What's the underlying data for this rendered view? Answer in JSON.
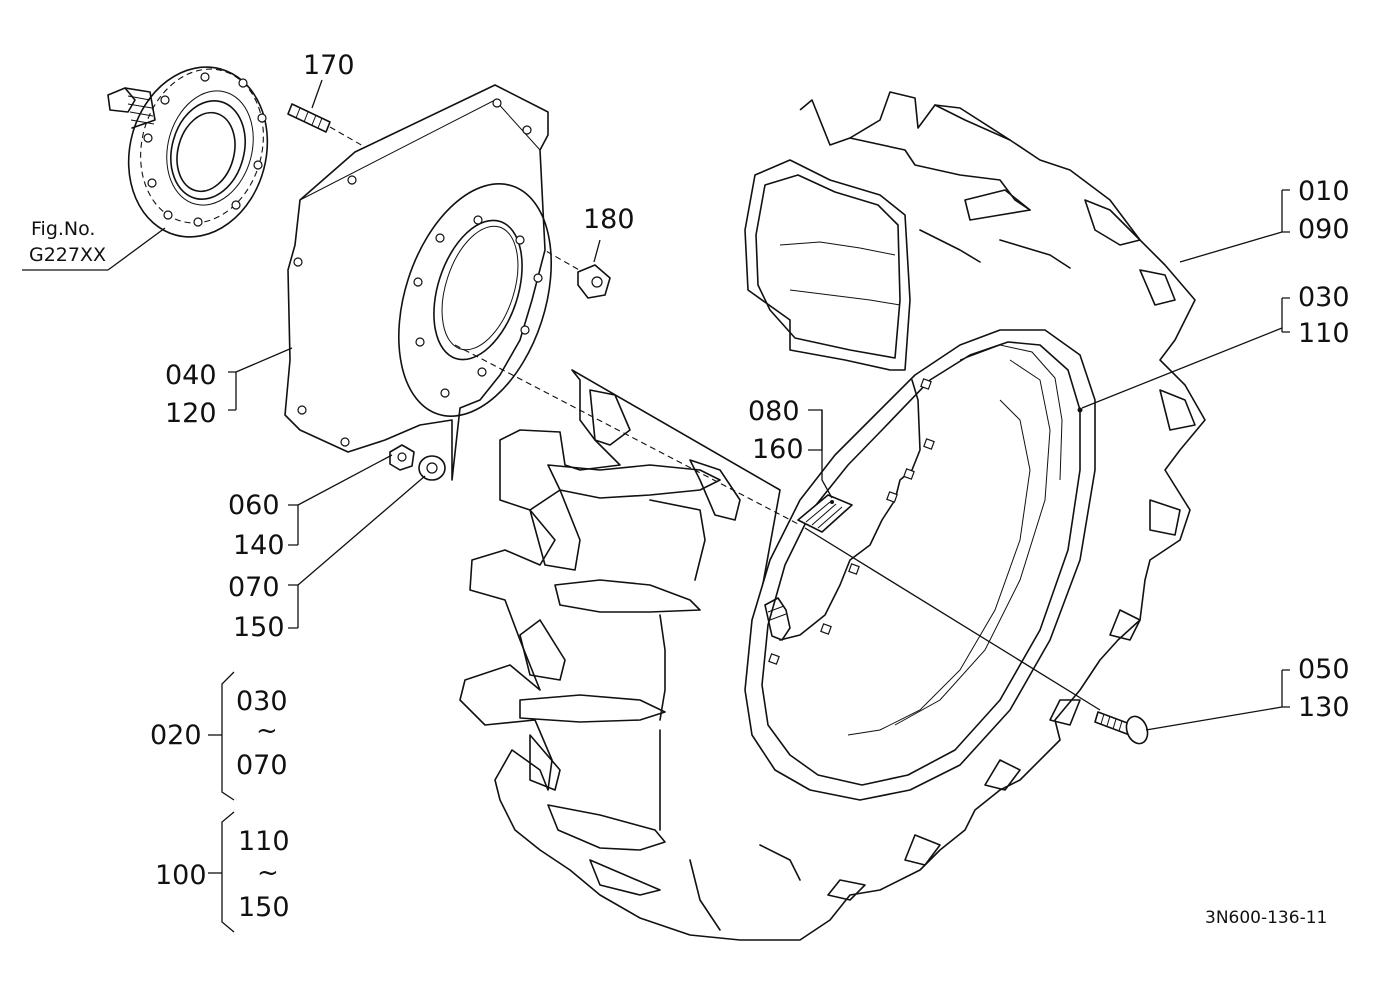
{
  "callouts": {
    "c170": "170",
    "c180": "180",
    "c010": "010",
    "c090": "090",
    "c030": "030",
    "c110": "110",
    "c040": "040",
    "c120": "120",
    "c080": "080",
    "c160": "160",
    "c060": "060",
    "c140": "140",
    "c070": "070",
    "c150": "150",
    "c050": "050",
    "c130": "130"
  },
  "figure_ref": {
    "line1": "Fig.No.",
    "line2": "G227XX"
  },
  "assemblies": {
    "a020": {
      "id": "020",
      "from": "030",
      "sep": "~",
      "to": "070"
    },
    "a100": {
      "id": "100",
      "from": "110",
      "sep": "~",
      "to": "150"
    }
  },
  "drawing_code": "3N600-136-11"
}
